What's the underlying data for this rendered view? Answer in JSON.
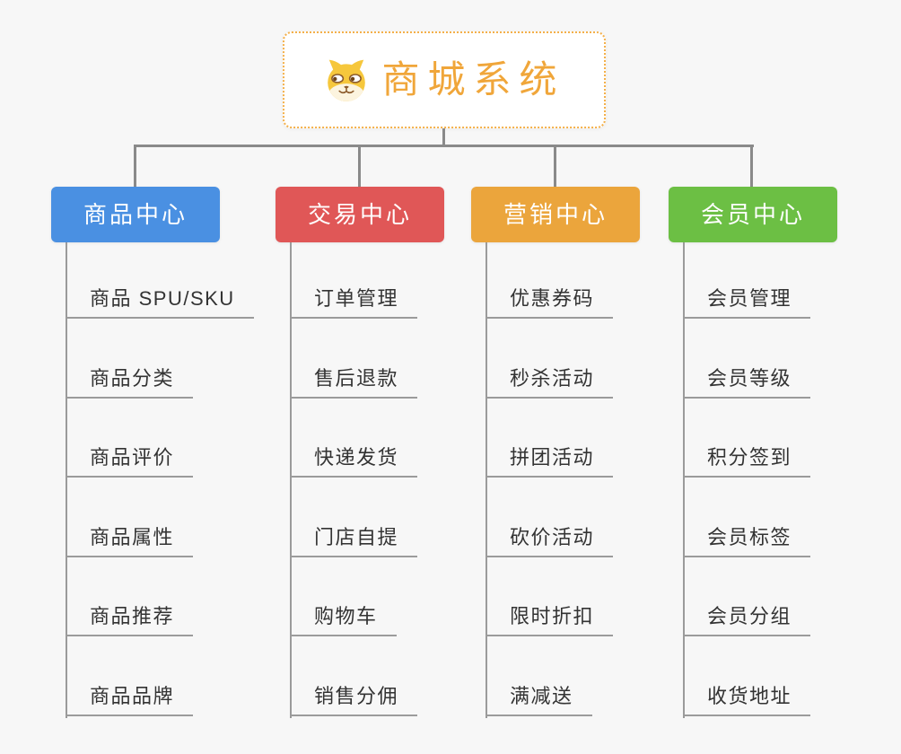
{
  "root": {
    "title": "商城系统",
    "icon": "shiba-dog-icon"
  },
  "branches": [
    {
      "label": "商品中心",
      "color": "#4A90E2",
      "items": [
        "商品 SPU/SKU",
        "商品分类",
        "商品评价",
        "商品属性",
        "商品推荐",
        "商品品牌"
      ]
    },
    {
      "label": "交易中心",
      "color": "#E05757",
      "items": [
        "订单管理",
        "售后退款",
        "快递发货",
        "门店自提",
        "购物车",
        "销售分佣"
      ]
    },
    {
      "label": "营销中心",
      "color": "#EBA53C",
      "items": [
        "优惠券码",
        "秒杀活动",
        "拼团活动",
        "砍价活动",
        "限时折扣",
        "满减送"
      ]
    },
    {
      "label": "会员中心",
      "color": "#6CBF44",
      "items": [
        "会员管理",
        "会员等级",
        "积分签到",
        "会员标签",
        "会员分组",
        "收货地址"
      ]
    }
  ],
  "colors": {
    "background": "#F7F7F7",
    "root_border": "#F4B04A",
    "root_text": "#F0A63A",
    "connector_line": "#8A8A8A",
    "leaf_line": "#9B9B9B",
    "leaf_text": "#333333"
  }
}
